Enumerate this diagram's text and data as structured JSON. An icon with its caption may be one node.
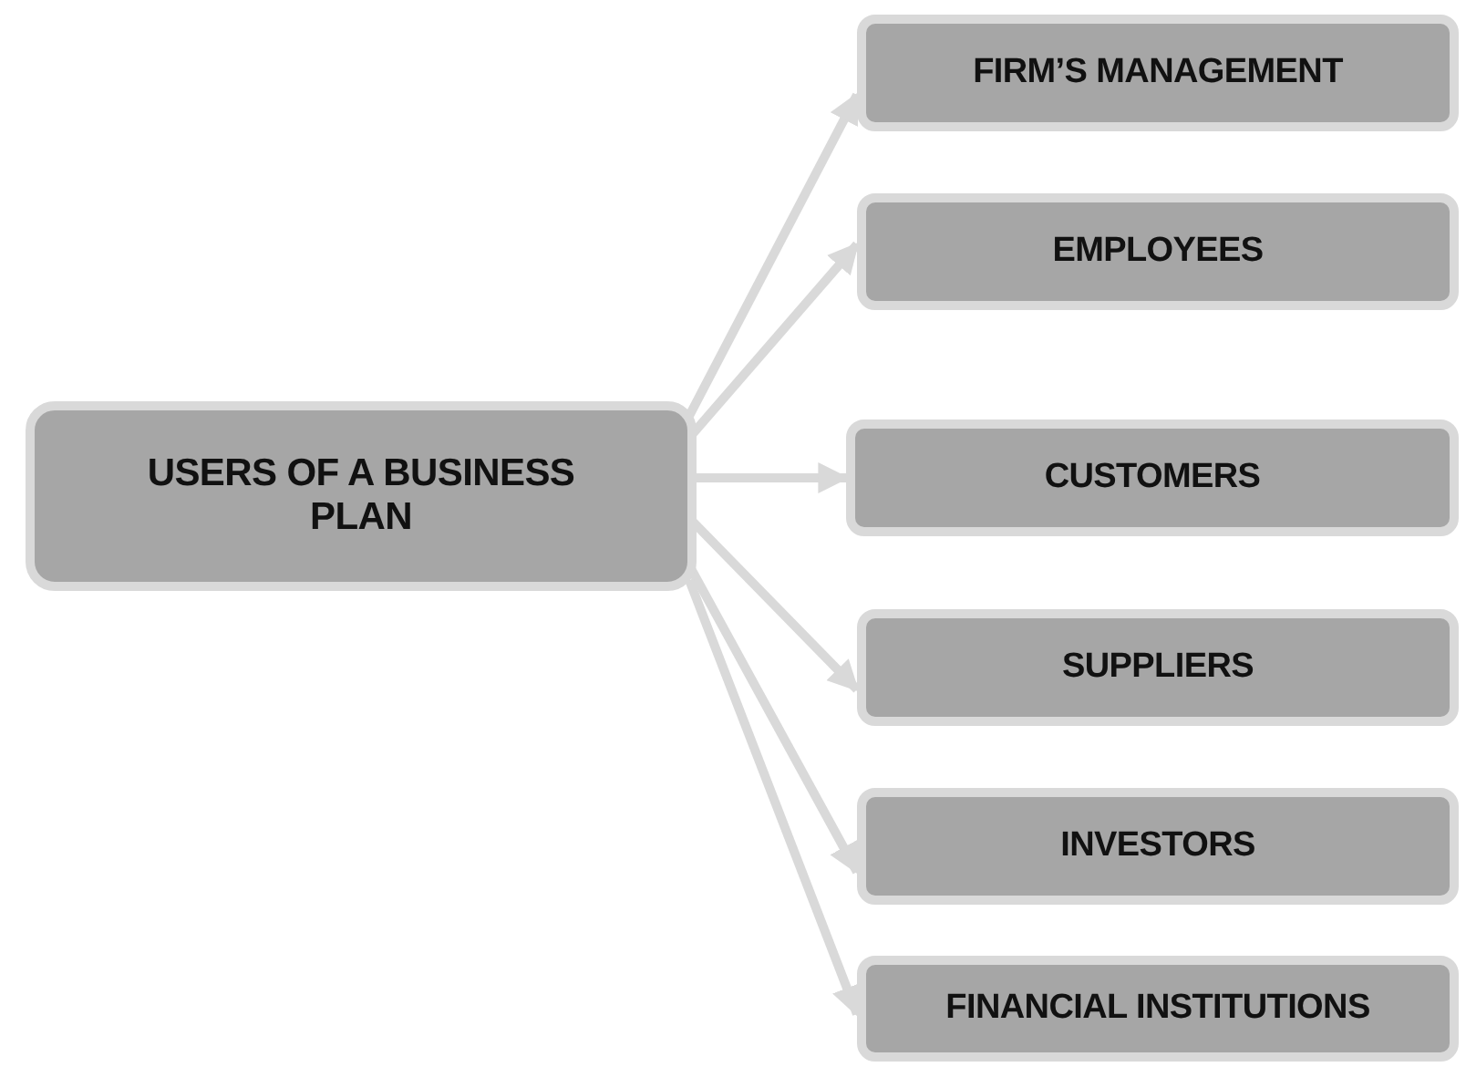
{
  "diagram": {
    "nodes": [
      {
        "text": [
          "USERS OF A BUSINESS PLAN"
        ]
      },
      {
        "text": [
          "FIRM’S MANAGEMENT"
        ]
      },
      {
        "text": [
          "EMPLOYEES"
        ]
      },
      {
        "text": [
          "CUSTOMERS"
        ]
      },
      {
        "text": [
          "SUPPLIERS"
        ]
      },
      {
        "text": [
          "INVESTORS"
        ]
      },
      {
        "text": [
          "FINANCIAL INSTITUTIONS"
        ]
      }
    ],
    "edges": [
      {
        "from": 0,
        "to": 1,
        "arrow": "to"
      },
      {
        "from": 0,
        "to": 2,
        "arrow": "to"
      },
      {
        "from": 0,
        "to": 3,
        "arrow": "to"
      },
      {
        "from": 0,
        "to": 4,
        "arrow": "to"
      },
      {
        "from": 0,
        "to": 5,
        "arrow": "to"
      },
      {
        "from": 0,
        "to": 6,
        "arrow": "to"
      }
    ]
  }
}
